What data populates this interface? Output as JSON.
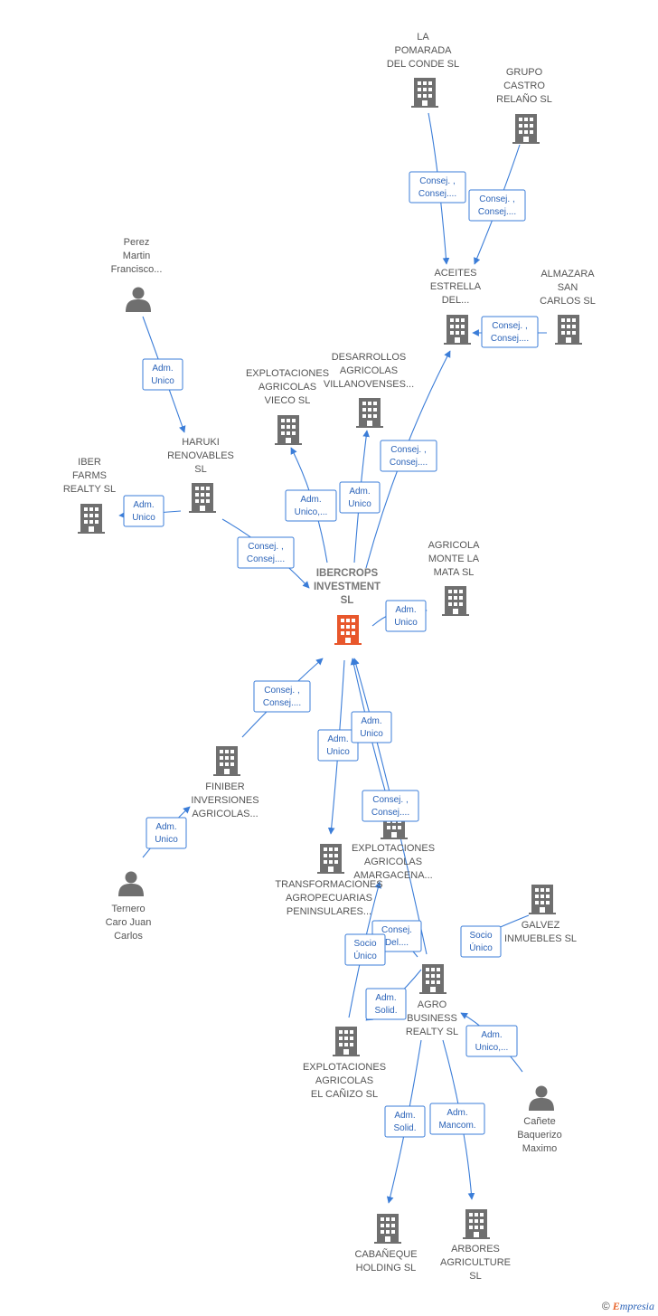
{
  "nodes": [
    {
      "id": "ibercrops",
      "type": "company",
      "center": true,
      "label": [
        "IBERCROPS",
        "INVESTMENT",
        "SL"
      ]
    },
    {
      "id": "la_pomarada",
      "type": "company",
      "label": [
        "LA",
        "POMARADA",
        "DEL CONDE SL"
      ]
    },
    {
      "id": "grupo_castro",
      "type": "company",
      "label": [
        "GRUPO",
        "CASTRO",
        "RELAÑO SL"
      ]
    },
    {
      "id": "aceites_estrella",
      "type": "company",
      "label": [
        "ACEITES",
        "ESTRELLA",
        "DEL..."
      ]
    },
    {
      "id": "almazara",
      "type": "company",
      "label": [
        "ALMAZARA",
        "SAN",
        "CARLOS SL"
      ]
    },
    {
      "id": "perez_martin",
      "type": "person",
      "label": [
        "Perez",
        "Martin",
        "Francisco..."
      ]
    },
    {
      "id": "desarrollos",
      "type": "company",
      "label": [
        "DESARROLLOS",
        "AGRICOLAS",
        "VILLANOVENSES..."
      ]
    },
    {
      "id": "vieco",
      "type": "company",
      "label": [
        "EXPLOTACIONES",
        "AGRICOLAS",
        "VIECO SL"
      ]
    },
    {
      "id": "haruki",
      "type": "company",
      "label": [
        "HARUKI",
        "RENOVABLES",
        "SL"
      ]
    },
    {
      "id": "iber_farms",
      "type": "company",
      "label": [
        "IBER",
        "FARMS",
        "REALTY SL"
      ]
    },
    {
      "id": "monte_la_mata",
      "type": "company",
      "label": [
        "AGRICOLA",
        "MONTE LA",
        "MATA SL"
      ]
    },
    {
      "id": "finiber",
      "type": "company",
      "label": [
        "FINIBER",
        "INVERSIONES",
        "AGRICOLAS..."
      ]
    },
    {
      "id": "ternero",
      "type": "person",
      "label": [
        "Ternero",
        "Caro Juan",
        "Carlos"
      ]
    },
    {
      "id": "amargacena",
      "type": "company",
      "label": [
        "EXPLOTACIONES",
        "AGRICOLAS",
        "AMARGACENA..."
      ]
    },
    {
      "id": "transformaciones",
      "type": "company",
      "label": [
        "TRANSFORMACIONES",
        "AGROPECUARIAS",
        "PENINSULARES..."
      ]
    },
    {
      "id": "galvez",
      "type": "company",
      "label": [
        "GALVEZ",
        "INMUEBLES SL"
      ]
    },
    {
      "id": "agro_business",
      "type": "company",
      "label": [
        "AGRO",
        "BUSINESS",
        "REALTY SL"
      ]
    },
    {
      "id": "canizo",
      "type": "company",
      "label": [
        "EXPLOTACIONES",
        "AGRICOLAS",
        "EL CAÑIZO SL"
      ]
    },
    {
      "id": "canete",
      "type": "person",
      "label": [
        "Cañete",
        "Baquerizo",
        "Maximo"
      ]
    },
    {
      "id": "cabanequ",
      "type": "company",
      "label": [
        "CABAÑEQUE",
        "HOLDING SL"
      ]
    },
    {
      "id": "arbores",
      "type": "company",
      "label": [
        "ARBORES",
        "AGRICULTURE",
        "SL"
      ]
    }
  ],
  "edges": [
    {
      "from": "la_pomarada",
      "to": "aceites_estrella",
      "label": [
        "Consej. ,",
        "Consej...."
      ]
    },
    {
      "from": "grupo_castro",
      "to": "aceites_estrella",
      "label": [
        "Consej. ,",
        "Consej...."
      ]
    },
    {
      "from": "almazara",
      "to": "aceites_estrella",
      "label": [
        "Consej. ,",
        "Consej...."
      ]
    },
    {
      "from": "perez_martin",
      "to": "haruki",
      "label": [
        "Adm.",
        "Unico"
      ]
    },
    {
      "from": "ibercrops",
      "to": "aceites_estrella",
      "label": [
        "Consej. ,",
        "Consej...."
      ]
    },
    {
      "from": "ibercrops",
      "to": "desarrollos",
      "label": [
        "Adm.",
        "Unico"
      ]
    },
    {
      "from": "ibercrops",
      "to": "vieco",
      "label": [
        "Adm.",
        "Unico,..."
      ]
    },
    {
      "from": "haruki",
      "to": "ibercrops",
      "label": [
        "Consej. ,",
        "Consej...."
      ]
    },
    {
      "from": "haruki",
      "to": "iber_farms",
      "label": [
        "Adm.",
        "Unico"
      ]
    },
    {
      "from": "ibercrops",
      "to": "monte_la_mata",
      "label": [
        "Adm.",
        "Unico"
      ]
    },
    {
      "from": "finiber",
      "to": "ibercrops",
      "label": [
        "Consej. ,",
        "Consej...."
      ]
    },
    {
      "from": "ternero",
      "to": "finiber",
      "label": [
        "Adm.",
        "Unico"
      ]
    },
    {
      "from": "ibercrops",
      "to": "transformaciones",
      "label": [
        "Adm.",
        "Unico"
      ]
    },
    {
      "from": "amargacena",
      "to": "ibercrops",
      "label": [
        "Adm.",
        "Unico"
      ]
    },
    {
      "from": "agro_business",
      "to": "ibercrops",
      "label": [
        "Consej. ,",
        "Consej...."
      ]
    },
    {
      "from": "agro_business",
      "to": "transformaciones",
      "label": [
        "Consej.",
        "Del...."
      ]
    },
    {
      "from": "canizo",
      "to": "transformaciones",
      "label": [
        "Socio",
        "Único"
      ]
    },
    {
      "from": "galvez",
      "to": "agro_business",
      "label": [
        "Socio",
        "Único"
      ]
    },
    {
      "from": "agro_business",
      "to": "canizo",
      "label": [
        "Adm.",
        "Solid."
      ]
    },
    {
      "from": "canete",
      "to": "agro_business",
      "label": [
        "Adm.",
        "Unico,..."
      ]
    },
    {
      "from": "agro_business",
      "to": "cabanequ",
      "label": [
        "Adm.",
        "Solid."
      ]
    },
    {
      "from": "agro_business",
      "to": "arbores",
      "label": [
        "Adm.",
        "Mancom."
      ]
    }
  ],
  "colors": {
    "edge": "#3b7dd8",
    "node": "#6f6f6f",
    "center": "#e8572c",
    "label_text": "#2b63b8"
  },
  "footer": {
    "copyright": "©",
    "brand_first": "E",
    "brand_rest": "mpresia"
  }
}
